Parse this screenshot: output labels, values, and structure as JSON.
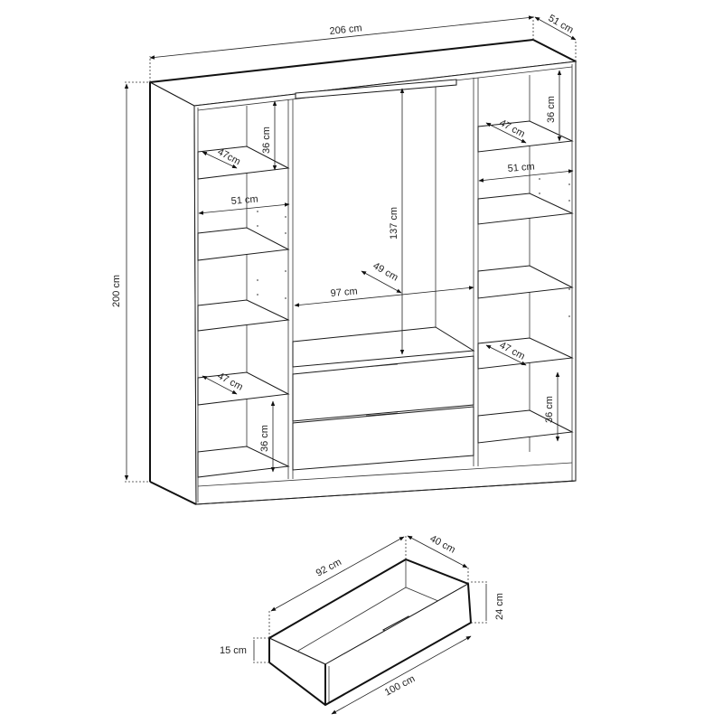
{
  "wardrobe": {
    "overall_width": "206 cm",
    "overall_depth": "51 cm",
    "overall_height": "200 cm",
    "left_top_compartment_height": "36 cm",
    "left_top_shelf_depth": "47cm",
    "left_section_width": "51 cm",
    "left_lower_shelf_depth": "47 cm",
    "left_bottom_compartment_height": "36 cm",
    "center_hanging_height": "137 cm",
    "center_depth": "49 cm",
    "center_width": "97 cm",
    "right_top_compartment_height": "36 cm",
    "right_top_shelf_depth": "47 cm",
    "right_section_width": "51 cm",
    "right_lower_shelf_depth": "47 cm",
    "right_bottom_compartment_height": "36 cm"
  },
  "drawer": {
    "inner_length": "92 cm",
    "depth": "40 cm",
    "back_height": "24 cm",
    "front_height": "15 cm",
    "front_width": "100 cm"
  },
  "colors": {
    "line": "#1a1a1a",
    "background": "#ffffff"
  }
}
